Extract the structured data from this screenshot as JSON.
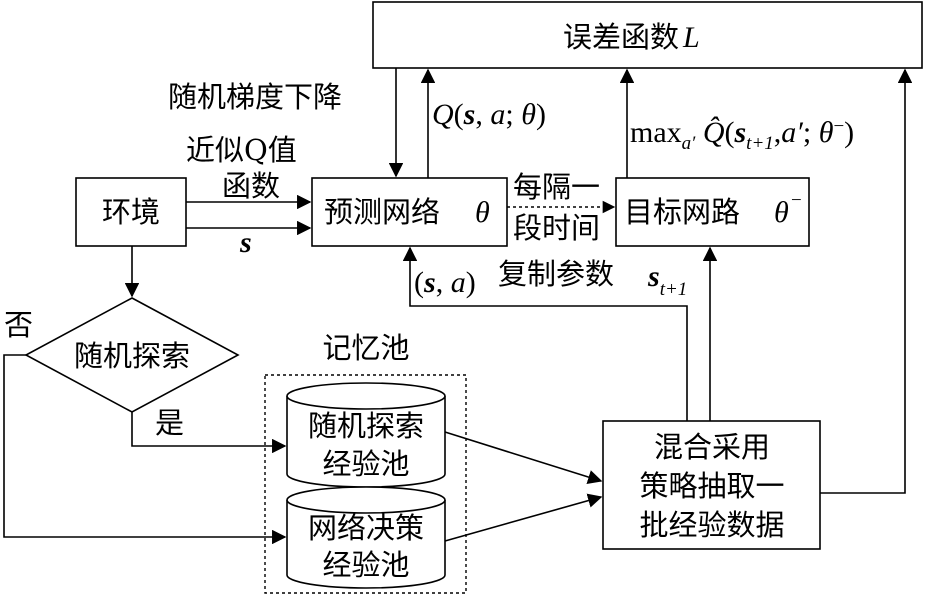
{
  "nodes": {
    "loss_function": {
      "text": "误差函数",
      "symbol": "L"
    },
    "environment": "环境",
    "prediction_network": {
      "text": "预测网络",
      "symbol": "θ"
    },
    "target_network": {
      "text": "目标网路",
      "symbol": "θ",
      "sup": "−"
    },
    "random_explore_decision": "随机探索",
    "memory_pool": "记忆池",
    "random_pool": [
      "随机探索",
      "经验池"
    ],
    "network_pool": [
      "网络决策",
      "经验池"
    ],
    "mixed_sampling": [
      "混合采用",
      "策略抽取一",
      "批经验数据"
    ]
  },
  "edges": {
    "sgd": "随机梯度下降",
    "approx_q_1": "近似Q值",
    "approx_q_2": "函数",
    "state": "s",
    "every_interval_1": "每隔一",
    "every_interval_2": "段时间",
    "copy_params": "复制参数",
    "yes": "是",
    "no": "否",
    "q_pred": "Q(s, a; θ)",
    "q_target": "max_a' Q̂(s_t+1, a'; θ⁻)",
    "sa": "(s, a)",
    "s_next": "s_t+1"
  }
}
